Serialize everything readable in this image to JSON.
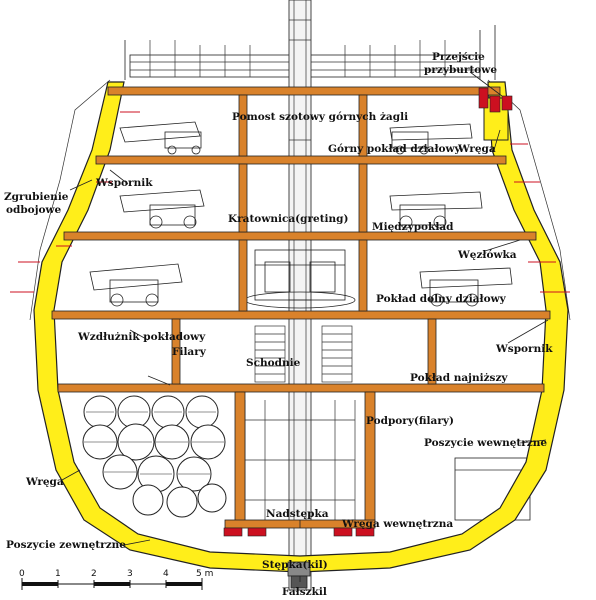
{
  "colors": {
    "hull": "#ffee1a",
    "beam": "#d9822b",
    "knee": "#cc1020",
    "ink": "#1a1a1a"
  },
  "labels": {
    "przejscie_1": "Przejście",
    "przejscie_2": "przyburtowe",
    "pomost": "Pomost szotowy górnych żagli",
    "gorny_poklad": "Górny pokład działowy",
    "wrega_top": "Wręga",
    "wspornik_left": "Wspornik",
    "zgrubienie_1": "Zgrubienie",
    "zgrubienie_2": "odbojowe",
    "kratownica": "Kratownica(greting)",
    "miedzypoklad": "Międzypokład",
    "wezlowka": "Węzłówka",
    "poklad_dolny": "Pokład dolny działowy",
    "wzdluznik": "Wzdłużnik pokładowy",
    "filary": "Filary",
    "schodnie": "Schodnie",
    "wspornik_right": "Wspornik",
    "poklad_najnizszy": "Pokład najniższy",
    "podpory": "Podpory(filary)",
    "poszycie_wew": "Poszycie wewnętrzne",
    "wrega_bottom": "Wręga",
    "nadstepka": "Nadstępka",
    "wrega_wewnetrzna": "Wręga wewnętrzna",
    "poszycie_zew": "Poszycie zewnętrzne",
    "stepka": "Stępka(kil)",
    "falszkil": "Fałszkil"
  },
  "scale": {
    "ticks": [
      "0",
      "1",
      "2",
      "3",
      "4",
      "5 m"
    ]
  }
}
